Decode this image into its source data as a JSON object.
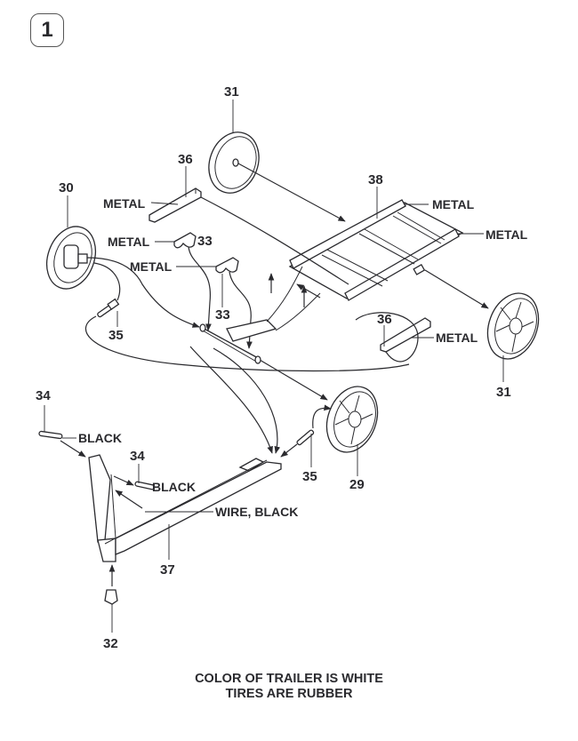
{
  "step_number": "1",
  "parts": {
    "p29": {
      "number": "29"
    },
    "p30": {
      "number": "30"
    },
    "p31a": {
      "number": "31"
    },
    "p31b": {
      "number": "31"
    },
    "p32": {
      "number": "32"
    },
    "p33a": {
      "number": "33",
      "material": "METAL"
    },
    "p33b": {
      "number": "33",
      "material": "METAL"
    },
    "p34a": {
      "number": "34",
      "material": "BLACK"
    },
    "p34b": {
      "number": "34",
      "material": "BLACK"
    },
    "p35a": {
      "number": "35"
    },
    "p35b": {
      "number": "35"
    },
    "p36a": {
      "number": "36",
      "material": "METAL"
    },
    "p36b": {
      "number": "36",
      "material": "METAL"
    },
    "p37": {
      "number": "37",
      "material": "WIRE, BLACK"
    },
    "p38": {
      "number": "38",
      "material_top": "METAL",
      "material_side": "METAL"
    }
  },
  "notes": {
    "line1": "COLOR OF TRAILER  IS WHITE",
    "line2": "TIRES ARE RUBBER"
  }
}
